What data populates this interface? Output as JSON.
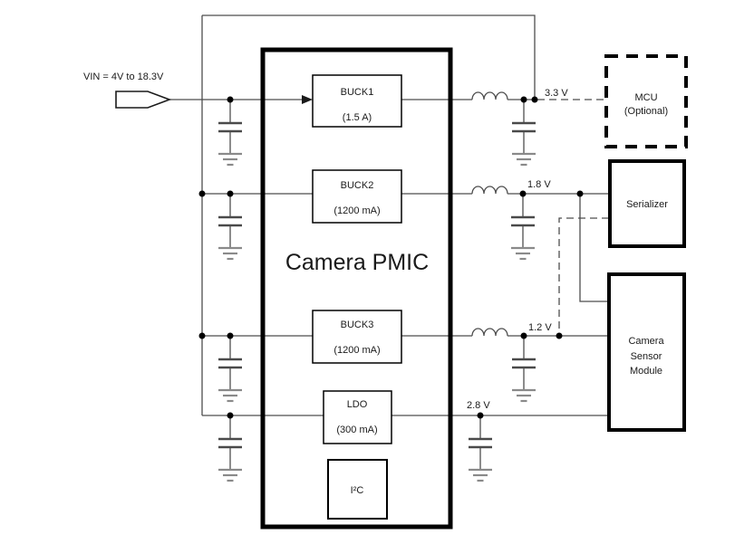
{
  "diagram": {
    "input": {
      "label": "VIN = 4V to 18.3V"
    },
    "pmic": {
      "title": "Camera PMIC"
    },
    "blocks": {
      "buck1": {
        "name": "BUCK1",
        "rating": "(1.5 A)"
      },
      "buck2": {
        "name": "BUCK2",
        "rating": "(1200 mA)"
      },
      "buck3": {
        "name": "BUCK3",
        "rating": "(1200 mA)"
      },
      "ldo": {
        "name": "LDO",
        "rating": "(300 mA)"
      },
      "i2c": {
        "name": "I²C"
      }
    },
    "rails": {
      "v33": "3.3 V",
      "v18": "1.8 V",
      "v12": "1.2 V",
      "v28": "2.8 V"
    },
    "loads": {
      "mcu": {
        "name": "MCU",
        "note": "(Optional)"
      },
      "serializer": {
        "name": "Serializer"
      },
      "camera": {
        "line1": "Camera",
        "line2": "Sensor",
        "line3": "Module"
      }
    },
    "colors": {
      "wire": "#4d4d4d",
      "border": "#000000",
      "text": "#1a1a1a",
      "background": "#ffffff"
    }
  }
}
